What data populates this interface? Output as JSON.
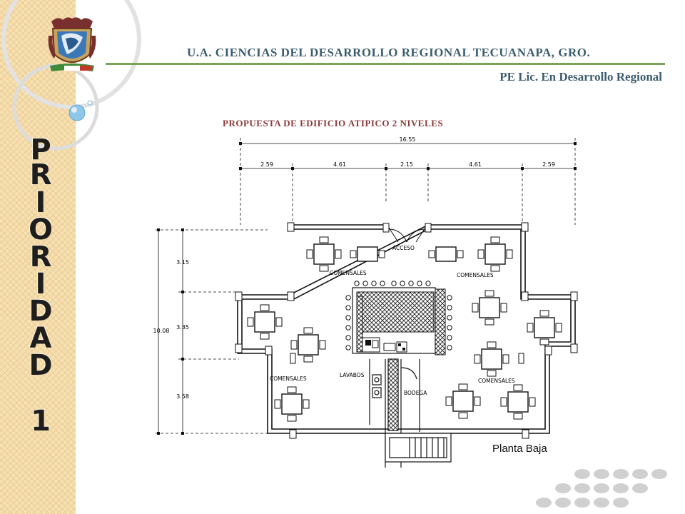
{
  "header": {
    "institution": "U.A. CIENCIAS DEL DESARROLLO  REGIONAL TECUANAPA, GRO.",
    "program": "PE Lic. En Desarrollo Regional"
  },
  "sidebar": {
    "letters": [
      "P",
      "R",
      "I",
      "O",
      "R",
      "I",
      "D",
      "A",
      "D",
      "1"
    ]
  },
  "plan": {
    "heading": "PROPUESTA DE EDIFICIO ATIPICO 2 NIVELES",
    "caption": "Planta Baja",
    "dims_top_total": "16.55",
    "dims_top": [
      "2.59",
      "4.61",
      "2.15",
      "4.61",
      "2.59"
    ],
    "dims_left_total": "10.08",
    "dims_left": [
      "3.15",
      "3.35",
      "3.58"
    ],
    "labels": {
      "acceso": "ACCESO",
      "comensales_1": "COMENSALES",
      "comensales_2": "COMENSALES",
      "comensales_3": "COMENSALES",
      "comensales_4": "COMENSALES",
      "lavabos": "LAVABOS",
      "bodega": "BODEGA"
    }
  },
  "colors": {
    "accent_line": "#7da35a",
    "title_text": "#3c5d6e",
    "heading_text": "#8a3b3b",
    "side_band": "#f6dfb0"
  }
}
